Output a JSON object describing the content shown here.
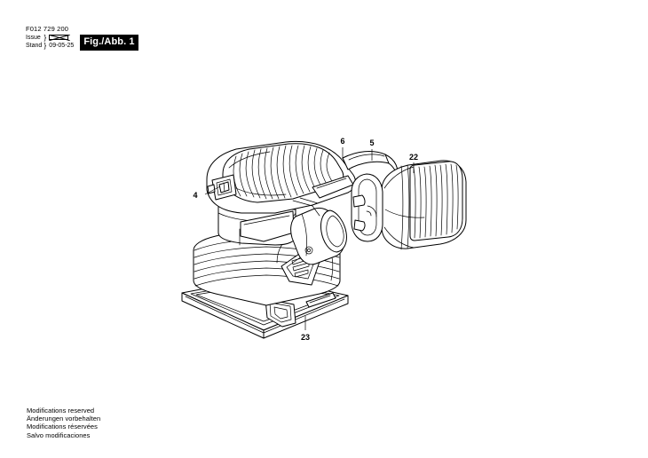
{
  "header": {
    "part_number": "F012 729 200",
    "issue_label": "Issue",
    "stand_label": "Stand",
    "brace": "}",
    "issue_value": "",
    "stand_value": "09-05-25",
    "fig_badge": "Fig./Abb. 1"
  },
  "diagram": {
    "title": "exploded-parts-diagram-orbital-sander",
    "callouts": [
      {
        "id": "4",
        "label": "4",
        "target": "on-off-switch"
      },
      {
        "id": "5",
        "label": "5",
        "target": "power-cord"
      },
      {
        "id": "6",
        "label": "6",
        "target": "cord-sleeve-strain-relief"
      },
      {
        "id": "22",
        "label": "22",
        "target": "dust-box-filter-assembly"
      },
      {
        "id": "23",
        "label": "23",
        "target": "sanding-base-plate"
      }
    ]
  },
  "footer": {
    "lines": [
      "Modifications reserved",
      "Änderungen vorbehalten",
      "Modifications réservées",
      "Salvo modificaciones"
    ]
  },
  "colors": {
    "line": "#000000",
    "background": "#ffffff",
    "badge_background": "#000000",
    "badge_text": "#ffffff"
  }
}
